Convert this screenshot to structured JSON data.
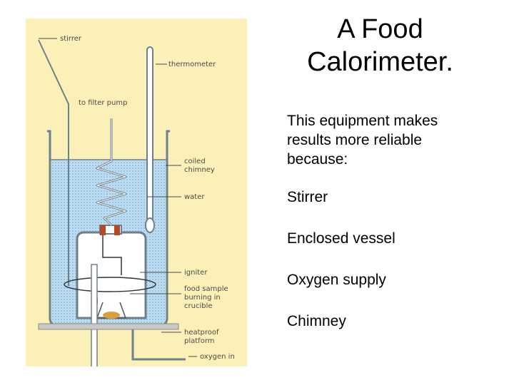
{
  "slide": {
    "title_lines": [
      "A Food",
      "Calorimeter."
    ],
    "intro_lines": [
      "This equipment makes",
      "results more reliable",
      "because:"
    ],
    "points": [
      "Stirrer",
      "Enclosed  vessel",
      "Oxygen supply",
      "Chimney"
    ]
  },
  "diagram": {
    "labels": {
      "stirrer": "stirrer",
      "thermometer": "thermometer",
      "filter_pump": "to filter pump",
      "coiled_chimney_1": "coiled",
      "coiled_chimney_2": "chimney",
      "water": "water",
      "igniter": "igniter",
      "food_sample_1": "food sample",
      "food_sample_2": "burning in",
      "food_sample_3": "crucible",
      "platform_1": "heatproof",
      "platform_2": "platform",
      "oxygen_in": "oxygen in"
    },
    "colors": {
      "background": "#fbf1b8",
      "water": "#b9d9ef",
      "glass": "#8a9aa8",
      "platform": "#c8c8c8",
      "igniter": "#b24a2a",
      "food": "#d9a040"
    }
  }
}
